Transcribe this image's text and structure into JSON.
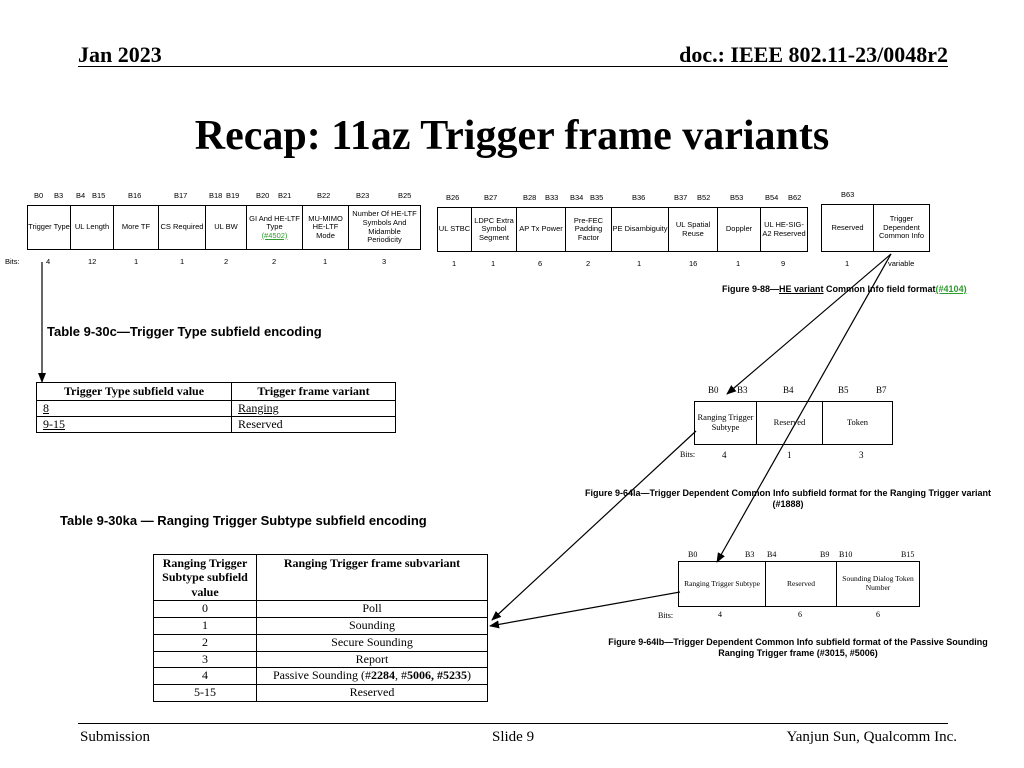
{
  "header": {
    "date": "Jan 2023",
    "doc": "doc.: IEEE 802.11-23/0048r2"
  },
  "title": "Recap: 11az Trigger frame variants",
  "common_info": {
    "bit_ranges_1": [
      "B0",
      "B3",
      "B4",
      "B15",
      "B16",
      "B17",
      "B18",
      "B19",
      "B20",
      "B21",
      "B22",
      "B23",
      "B25"
    ],
    "bit_ranges_2": [
      "B26",
      "B27",
      "B28",
      "B33",
      "B34",
      "B35",
      "B36",
      "B37",
      "B52",
      "B53",
      "B54",
      "B62"
    ],
    "bit_ranges_3": [
      "B63"
    ],
    "bits_label": "Bits:",
    "fields": [
      {
        "label": "Trigger Type",
        "bits": "4"
      },
      {
        "label": "UL Length",
        "bits": "12"
      },
      {
        "label": "More TF",
        "bits": "1"
      },
      {
        "label": "CS Required",
        "bits": "1"
      },
      {
        "label": "UL BW",
        "bits": "2"
      },
      {
        "label": "GI And HE-LTF Type",
        "link": "(#4502)",
        "bits": "2"
      },
      {
        "label": "MU-MIMO HE-LTF Mode",
        "bits": "1"
      },
      {
        "label": "Number Of HE-LTF Symbols And Midamble Periodicity",
        "bits": "3"
      },
      {
        "label": "UL STBC",
        "bits": "1"
      },
      {
        "label": "LDPC Extra Symbol Segment",
        "bits": "1"
      },
      {
        "label": "AP Tx Power",
        "bits": "6"
      },
      {
        "label": "Pre-FEC Padding Factor",
        "bits": "2"
      },
      {
        "label": "PE Disambiguity",
        "bits": "1"
      },
      {
        "label": "UL Spatial Reuse",
        "bits": "16"
      },
      {
        "label": "Doppler",
        "bits": "1"
      },
      {
        "label": "UL HE-SIG-A2 Reserved",
        "bits": "9"
      },
      {
        "label": "Reserved",
        "bits": "1"
      },
      {
        "label": "Trigger Dependent Common Info",
        "bits": "variable"
      }
    ],
    "caption_prefix": "Figure 9-88—",
    "caption_underlined": "HE variant",
    "caption_mid": " Common Info field format",
    "caption_link": "(#4104)",
    "caption_link_color": "#2e9b2e"
  },
  "table_930c": {
    "caption": "Table 9-30c—Trigger Type subfield encoding",
    "headers": [
      "Trigger Type subfield value",
      "Trigger frame variant"
    ],
    "rows": [
      [
        "8",
        "Ranging"
      ],
      [
        "9-15",
        "Reserved"
      ]
    ]
  },
  "tdci_ranging": {
    "bit_labels": [
      "B0",
      "B3",
      "B4",
      "B5",
      "B7"
    ],
    "fields": [
      {
        "label": "Ranging Trigger Subtype",
        "bits": "4"
      },
      {
        "label": "Reserved",
        "bits": "1"
      },
      {
        "label": "Token",
        "bits": "3"
      }
    ],
    "bits_label": "Bits:",
    "caption": "Figure 9-64la—Trigger Dependent Common Info subfield format for the Ranging Trigger variant (#1888)"
  },
  "table_930ka": {
    "caption": "Table 9-30ka — Ranging Trigger Subtype subfield encoding",
    "headers": [
      "Ranging Trigger Subtype subfield value",
      "Ranging Trigger frame subvariant"
    ],
    "rows": [
      [
        "0",
        "Poll"
      ],
      [
        "1",
        "Sounding"
      ],
      [
        "2",
        "Secure Sounding"
      ],
      [
        "3",
        "Report"
      ],
      [
        "4",
        "Passive Sounding"
      ],
      [
        "5-15",
        "Reserved"
      ]
    ],
    "passive_pre": "Passive Sounding (#",
    "passive_b1": "2284",
    "passive_mid": ", #",
    "passive_b2": "5006, #5235",
    "passive_post": ")"
  },
  "tdci_passive": {
    "bit_labels": [
      "B0",
      "B3",
      "B4",
      "B9",
      "B10",
      "B15"
    ],
    "fields": [
      {
        "label": "Ranging Trigger Subtype",
        "bits": "4"
      },
      {
        "label": "Reserved",
        "bits": "6"
      },
      {
        "label": "Sounding Dialog Token Number",
        "bits": "6"
      }
    ],
    "bits_label": "Bits:",
    "caption": "Figure 9-64lb—Trigger Dependent Common Info subfield format of the Passive Sounding Ranging Trigger frame (#3015, #5006)"
  },
  "footer": {
    "left": "Submission",
    "center": "Slide 9",
    "right": "Yanjun Sun, Qualcomm Inc."
  }
}
